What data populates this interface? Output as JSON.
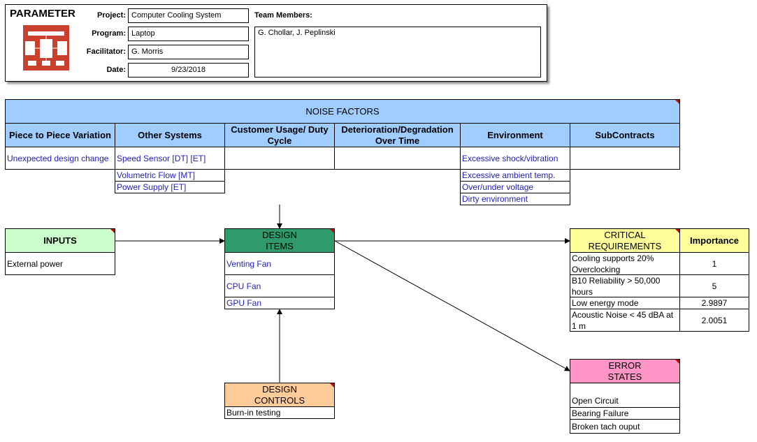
{
  "header": {
    "app_title": "PARAMETER",
    "project_label": "Project:",
    "project_value": "Computer Cooling System",
    "program_label": "Program:",
    "program_value": "Laptop",
    "facilitator_label": "Facilitator:",
    "facilitator_value": "G. Morris",
    "date_label": "Date:",
    "date_value": "9/23/2018",
    "team_label": "Team Members:",
    "team_value": "G. Chollar, J. Peplinski"
  },
  "noise_factors": {
    "title": "NOISE FACTORS",
    "columns": [
      {
        "header": "Piece to Piece Variation",
        "items": [
          "Unexpected design change"
        ]
      },
      {
        "header": "Other Systems",
        "items": [
          "Speed Sensor [DT] [ET]",
          "Volumetric Flow [MT]",
          "Power Supply [ET]"
        ]
      },
      {
        "header": "Customer Usage/ Duty Cycle",
        "items": [
          ""
        ]
      },
      {
        "header": "Deterioration/Degradation Over Time",
        "items": [
          ""
        ]
      },
      {
        "header": "Environment",
        "items": [
          "Excessive shock/vibration",
          "Excessive ambient temp.",
          "Over/under voltage",
          "Dirty environment"
        ]
      },
      {
        "header": "SubContracts",
        "items": [
          ""
        ]
      }
    ]
  },
  "inputs": {
    "title": "INPUTS",
    "items": [
      "External power"
    ]
  },
  "design_items": {
    "title": "DESIGN ITEMS",
    "items": [
      "Venting Fan",
      "CPU Fan",
      "GPU Fan"
    ]
  },
  "critical_requirements": {
    "title": "CRITICAL REQUIREMENTS",
    "importance_label": "Importance",
    "rows": [
      {
        "requirement": "Cooling supports 20% Overclocking",
        "importance": "1"
      },
      {
        "requirement": "B10 Reliability > 50,000 hours",
        "importance": "5"
      },
      {
        "requirement": "Low energy mode",
        "importance": "2.9897"
      },
      {
        "requirement": "Acoustic Noise < 45 dBA at 1 m",
        "importance": "2.0051"
      }
    ]
  },
  "design_controls": {
    "title": "DESIGN CONTROLS",
    "items": [
      "Burn-in testing"
    ]
  },
  "error_states": {
    "title": "ERROR STATES",
    "items": [
      "Open Circuit",
      "Bearing Failure",
      "Broken tach ouput"
    ]
  },
  "colors": {
    "noise": "#9fcdff",
    "inputs": "#ccffcc",
    "design_items": "#2f9a6c",
    "critical": "#ffff99",
    "error": "#ff94c6",
    "controls": "#ffcc99",
    "link_text": "#1f1fb7",
    "comment_marker": "#d00000"
  }
}
